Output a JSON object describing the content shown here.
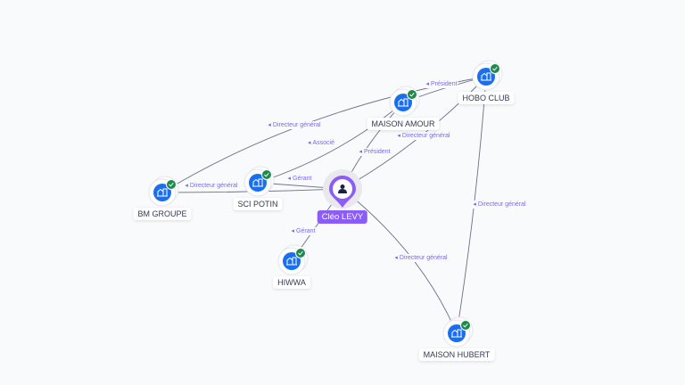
{
  "person": {
    "id": "cleo",
    "name": "Cléo LEVY",
    "icon": "user-icon"
  },
  "companies": [
    {
      "id": "bm",
      "name": "BM GROUPE",
      "icon": "building-icon",
      "verified": true
    },
    {
      "id": "sci",
      "name": "SCI POTIN",
      "icon": "building-icon",
      "verified": true
    },
    {
      "id": "amour",
      "name": "MAISON AMOUR",
      "icon": "building-icon",
      "verified": true
    },
    {
      "id": "hobo",
      "name": "HOBO CLUB",
      "icon": "building-icon",
      "verified": true
    },
    {
      "id": "hiwwa",
      "name": "HIWWA",
      "icon": "building-icon",
      "verified": true
    },
    {
      "id": "hubert",
      "name": "MAISON HUBERT",
      "icon": "building-icon",
      "verified": true
    }
  ],
  "edges": [
    {
      "from": "bm",
      "to": "hobo",
      "label": "Directeur général"
    },
    {
      "from": "sci",
      "to": "amour",
      "label": "Associé"
    },
    {
      "from": "bm",
      "to": "cleo",
      "label": "Directeur général"
    },
    {
      "from": "sci",
      "to": "cleo",
      "label": "Gérant"
    },
    {
      "from": "cleo",
      "to": "amour",
      "label": "Président"
    },
    {
      "from": "cleo",
      "to": "hobo",
      "label": "Directeur général"
    },
    {
      "from": "amour",
      "to": "hobo",
      "label": "Président"
    },
    {
      "from": "hiwwa",
      "to": "cleo",
      "label": "Gérant"
    },
    {
      "from": "cleo",
      "to": "hubert",
      "label": "Directeur général"
    },
    {
      "from": "hubert",
      "to": "hobo",
      "label": "Directeur général"
    }
  ],
  "colors": {
    "accent": "#8b5cf6",
    "node": "#1a6ff0",
    "verified": "#1f8a4c",
    "edge": "#6b6f8a"
  }
}
